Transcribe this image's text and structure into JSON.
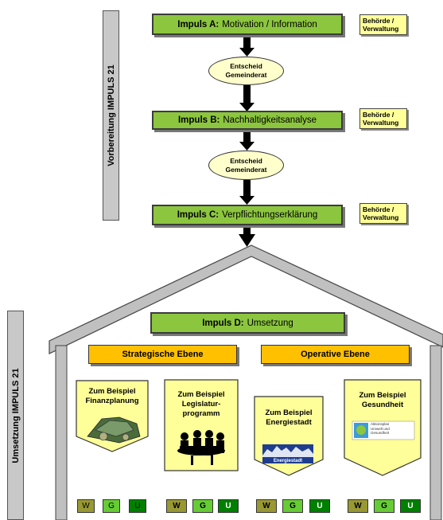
{
  "preparation_label": "Vorbereitung IMPULS 21",
  "implementation_label": "Umsetzung IMPULS 21",
  "impulses": [
    {
      "head": "Impuls A:",
      "text": "Motivation / Information"
    },
    {
      "head": "Impuls B:",
      "text": "Nachhaltigkeitsanalyse"
    },
    {
      "head": "Impuls C:",
      "text": "Verpflichtungserklärung"
    },
    {
      "head": "Impuls D:",
      "text": "Umsetzung"
    }
  ],
  "authority_label": "Behörde /\nVerwaltung",
  "decision_label": [
    "Entscheid",
    "Gemeinderat"
  ],
  "levels": {
    "strategic": "Strategische Ebene",
    "operative": "Operative Ebene"
  },
  "examples": [
    {
      "title": "Zum Beispiel\nFinanzplanung"
    },
    {
      "title": "Zum Beispiel\nLegislatur-\nprogramm"
    },
    {
      "title": "Zum Beispiel\nEnergiestadt",
      "logo_text": "Energiestadt"
    },
    {
      "title": "Zum Beispiel\nGesundheit",
      "logo_text": "Aktionsplan\nUmwelt und\nGesundheit"
    }
  ],
  "wgu": [
    "W",
    "G",
    "U"
  ],
  "colors": {
    "impuls": "#8cc63f",
    "ebene": "#ffc000",
    "note": "#ffff99",
    "decision": "#ffffcc",
    "w": "#999933",
    "g": "#66cc33",
    "u": "#008000"
  }
}
